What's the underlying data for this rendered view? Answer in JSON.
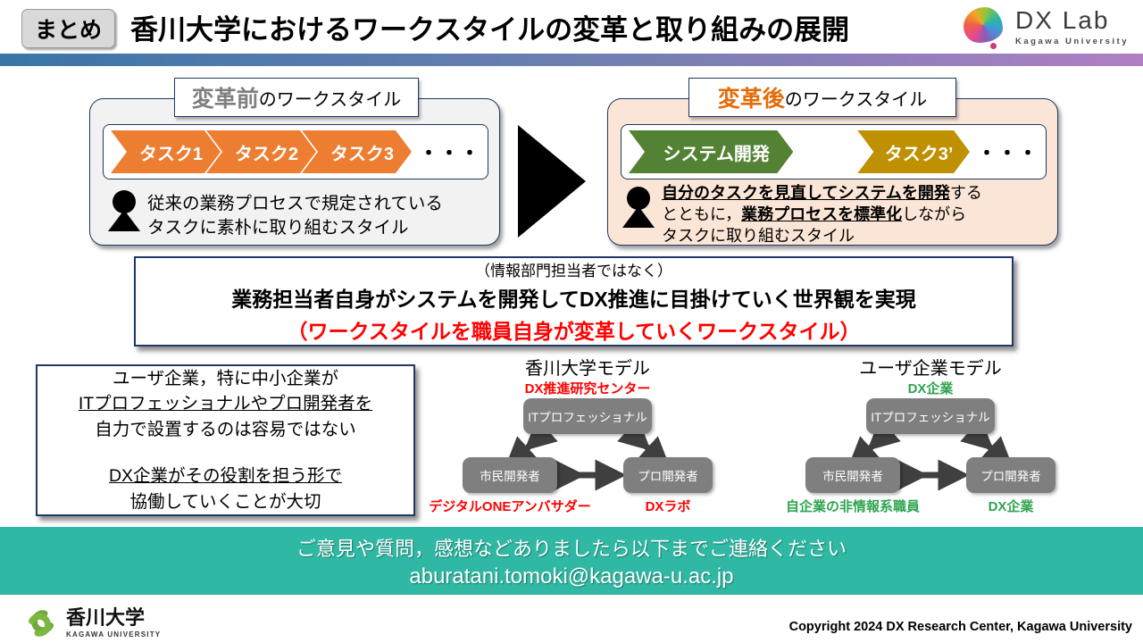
{
  "header": {
    "badge": "まとめ",
    "title": "香川大学におけるワークスタイルの変革と取り組みの展開",
    "dxlab": {
      "name": "DX Lab",
      "subtitle": "Kagawa University"
    }
  },
  "before_box": {
    "label_strong": "変革前",
    "label_rest": "のワークスタイル",
    "tasks": [
      "タスク1",
      "タスク2",
      "タスク3"
    ],
    "ellipsis": "・・・",
    "desc_line1": "従来の業務プロセスで規定されている",
    "desc_line2": "タスクに素朴に取り組むスタイル"
  },
  "after_box": {
    "label_strong": "変革後",
    "label_rest": "のワークスタイル",
    "task_green": "システム開発",
    "task_gold": "タスク3’",
    "ellipsis": "・・・",
    "desc1_bold": "自分のタスクを見直してシステムを開発",
    "desc1_rest": "する",
    "desc2_pre": "とともに，",
    "desc2_bold": "業務プロセスを標準化",
    "desc2_rest": "しながら",
    "desc3": "タスクに取り組むスタイル"
  },
  "statement": {
    "line1": "（情報部門担当者ではなく）",
    "line2": "業務担当者自身がシステムを開発してDX推進に目掛けていく世界観を実現",
    "line3": "（ワークスタイルを職員自身が変革していくワークスタイル）"
  },
  "note_box": {
    "line1": "ユーザ企業，特に中小企業が",
    "line2": "ITプロフェッショナルやプロ開発者を",
    "line3": "自力で設置するのは容易ではない",
    "line4": "DX企業がその役割を担う形で",
    "line5": "協働していくことが大切"
  },
  "models": [
    {
      "title": "香川大学モデル",
      "top_label": "DX推進研究センター",
      "top_node": "ITプロフェッショナル",
      "left_node": "市民開発者",
      "right_node": "プロ開発者",
      "left_label": "デジタルONEアンバサダー",
      "right_label": "DXラボ"
    },
    {
      "title": "ユーザ企業モデル",
      "top_label": "DX企業",
      "top_node": "ITプロフェッショナル",
      "left_node": "市民開発者",
      "right_node": "プロ開発者",
      "left_label": "自企業の非情報系職員",
      "right_label": "DX企業"
    }
  ],
  "contact": {
    "message": "ご意見や質問，感想などありましたら以下までご連絡ください",
    "email": "aburatani.tomoki@kagawa-u.ac.jp"
  },
  "footer": {
    "university": "香川大学",
    "university_en": "KAGAWA UNIVERSITY",
    "copyright": "Copyright 2024 DX Research Center, Kagawa University"
  },
  "colors": {
    "accent_navy": "#1F3864",
    "orange_chevron": "#ED7D31",
    "green_chevron": "#548235",
    "gold_chevron": "#BF9000",
    "peach_bg": "#FBE5D6",
    "gray_bg": "#F2F2F2",
    "red_text": "#FF0000",
    "green_text": "#2EA44F",
    "teal_band": "#2FB8A3",
    "bar_gradient_left": "#3A75A8",
    "bar_gradient_right": "#B07FC4",
    "node_gray": "#7F7F7F"
  }
}
